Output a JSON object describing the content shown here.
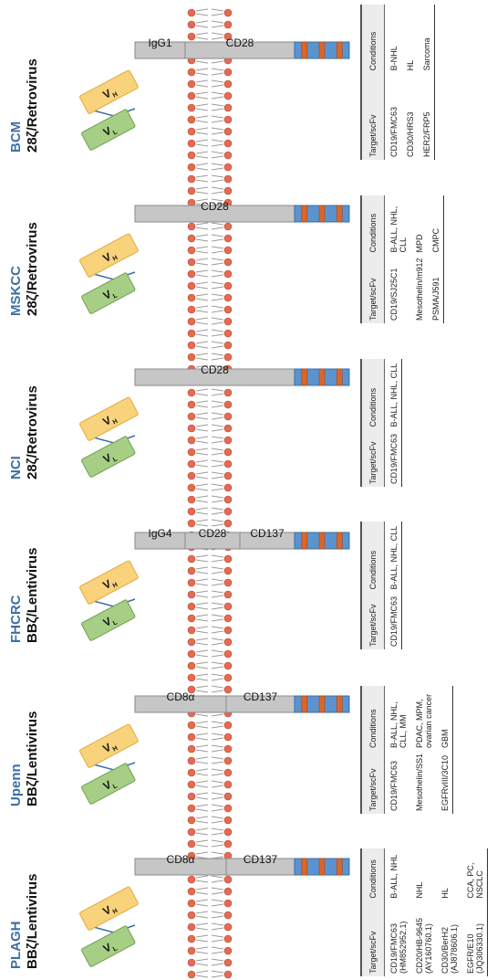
{
  "colors": {
    "vh_fill": "#f9d27c",
    "vh_stroke": "#e2a93c",
    "vl_fill": "#a6cf85",
    "vl_stroke": "#6f9f51",
    "linker": "#3b6fa6",
    "domain_fill": "#c6c6c6",
    "domain_stroke": "#8a8a8a",
    "cd3z_blue": "#5b93cf",
    "itam_orange": "#d9662b",
    "lipid_head": "#e66a52",
    "title_blue": "#3b6fa6"
  },
  "labels": {
    "vh": "V",
    "vh_sub": "H",
    "vl": "V",
    "vl_sub": "L"
  },
  "panels": [
    {
      "institution": "PLAGH",
      "construct": "BBζ/Lentivirus",
      "domains": [
        "CD8α",
        "CD137"
      ],
      "table": {
        "headers": [
          "Target/scFv",
          "Conditions"
        ],
        "rows": [
          [
            "CD19/FMC63 (HM852952.1)",
            "B-ALL, NHL"
          ],
          [
            "CD20/HB-9645 (AY160760.1)",
            "NHL"
          ],
          [
            "CD30/BerH2 (AJ878606.1)",
            "HL"
          ],
          [
            "EGFR/E10 (JQ306330.1)",
            "CCA, PC, NSCLC"
          ]
        ]
      }
    },
    {
      "institution": "Upenn",
      "construct": "BBζ/Lentivirus",
      "domains": [
        "CD8α",
        "CD137"
      ],
      "table": {
        "headers": [
          "Target/scFv",
          "Conditions"
        ],
        "rows": [
          [
            "CD19/FMC63",
            "B-ALL, NHL, CLL, MM"
          ],
          [
            "Mesothelin/SS1",
            "PDAC, MPM, ovarian cancer"
          ],
          [
            "EGFRvIII/3C10",
            "GBM"
          ]
        ]
      }
    },
    {
      "institution": "FHCRC",
      "construct": "BBζ/Lentivirus",
      "domains": [
        "IgG4",
        "CD28",
        "CD137"
      ],
      "table": {
        "headers": [
          "Target/scFv",
          "Conditions"
        ],
        "rows": [
          [
            "CD19/FMC63",
            "B-ALL, NHL, CLL"
          ]
        ]
      }
    },
    {
      "institution": "NCI",
      "construct": "28ζ/Retrovirus",
      "domains": [
        "CD28"
      ],
      "table": {
        "headers": [
          "Target/scFv",
          "Conditions"
        ],
        "rows": [
          [
            "CD19/FMC63",
            "B-ALL, NHL, CLL"
          ]
        ]
      }
    },
    {
      "institution": "MSKCC",
      "construct": "28ζ/Retrovirus",
      "domains": [
        "CD28"
      ],
      "table": {
        "headers": [
          "Target/scFv",
          "Conditions"
        ],
        "rows": [
          [
            "CD19/SJ25C1",
            "B-ALL, NHL, CLL"
          ],
          [
            "Mesothelin/m912",
            "MPD"
          ],
          [
            "PSMA/J591",
            "CMPC"
          ]
        ]
      }
    },
    {
      "institution": "BCM",
      "construct": "28ζ/Retrovirus",
      "domains": [
        "IgG1",
        "CD28"
      ],
      "table": {
        "headers": [
          "Target/scFv",
          "Conditions"
        ],
        "rows": [
          [
            "CD19/FMC63",
            "B-NHL"
          ],
          [
            "CD30/HRS3",
            "HL"
          ],
          [
            "HER2/FRP5",
            "Sarcoma"
          ]
        ]
      }
    }
  ]
}
